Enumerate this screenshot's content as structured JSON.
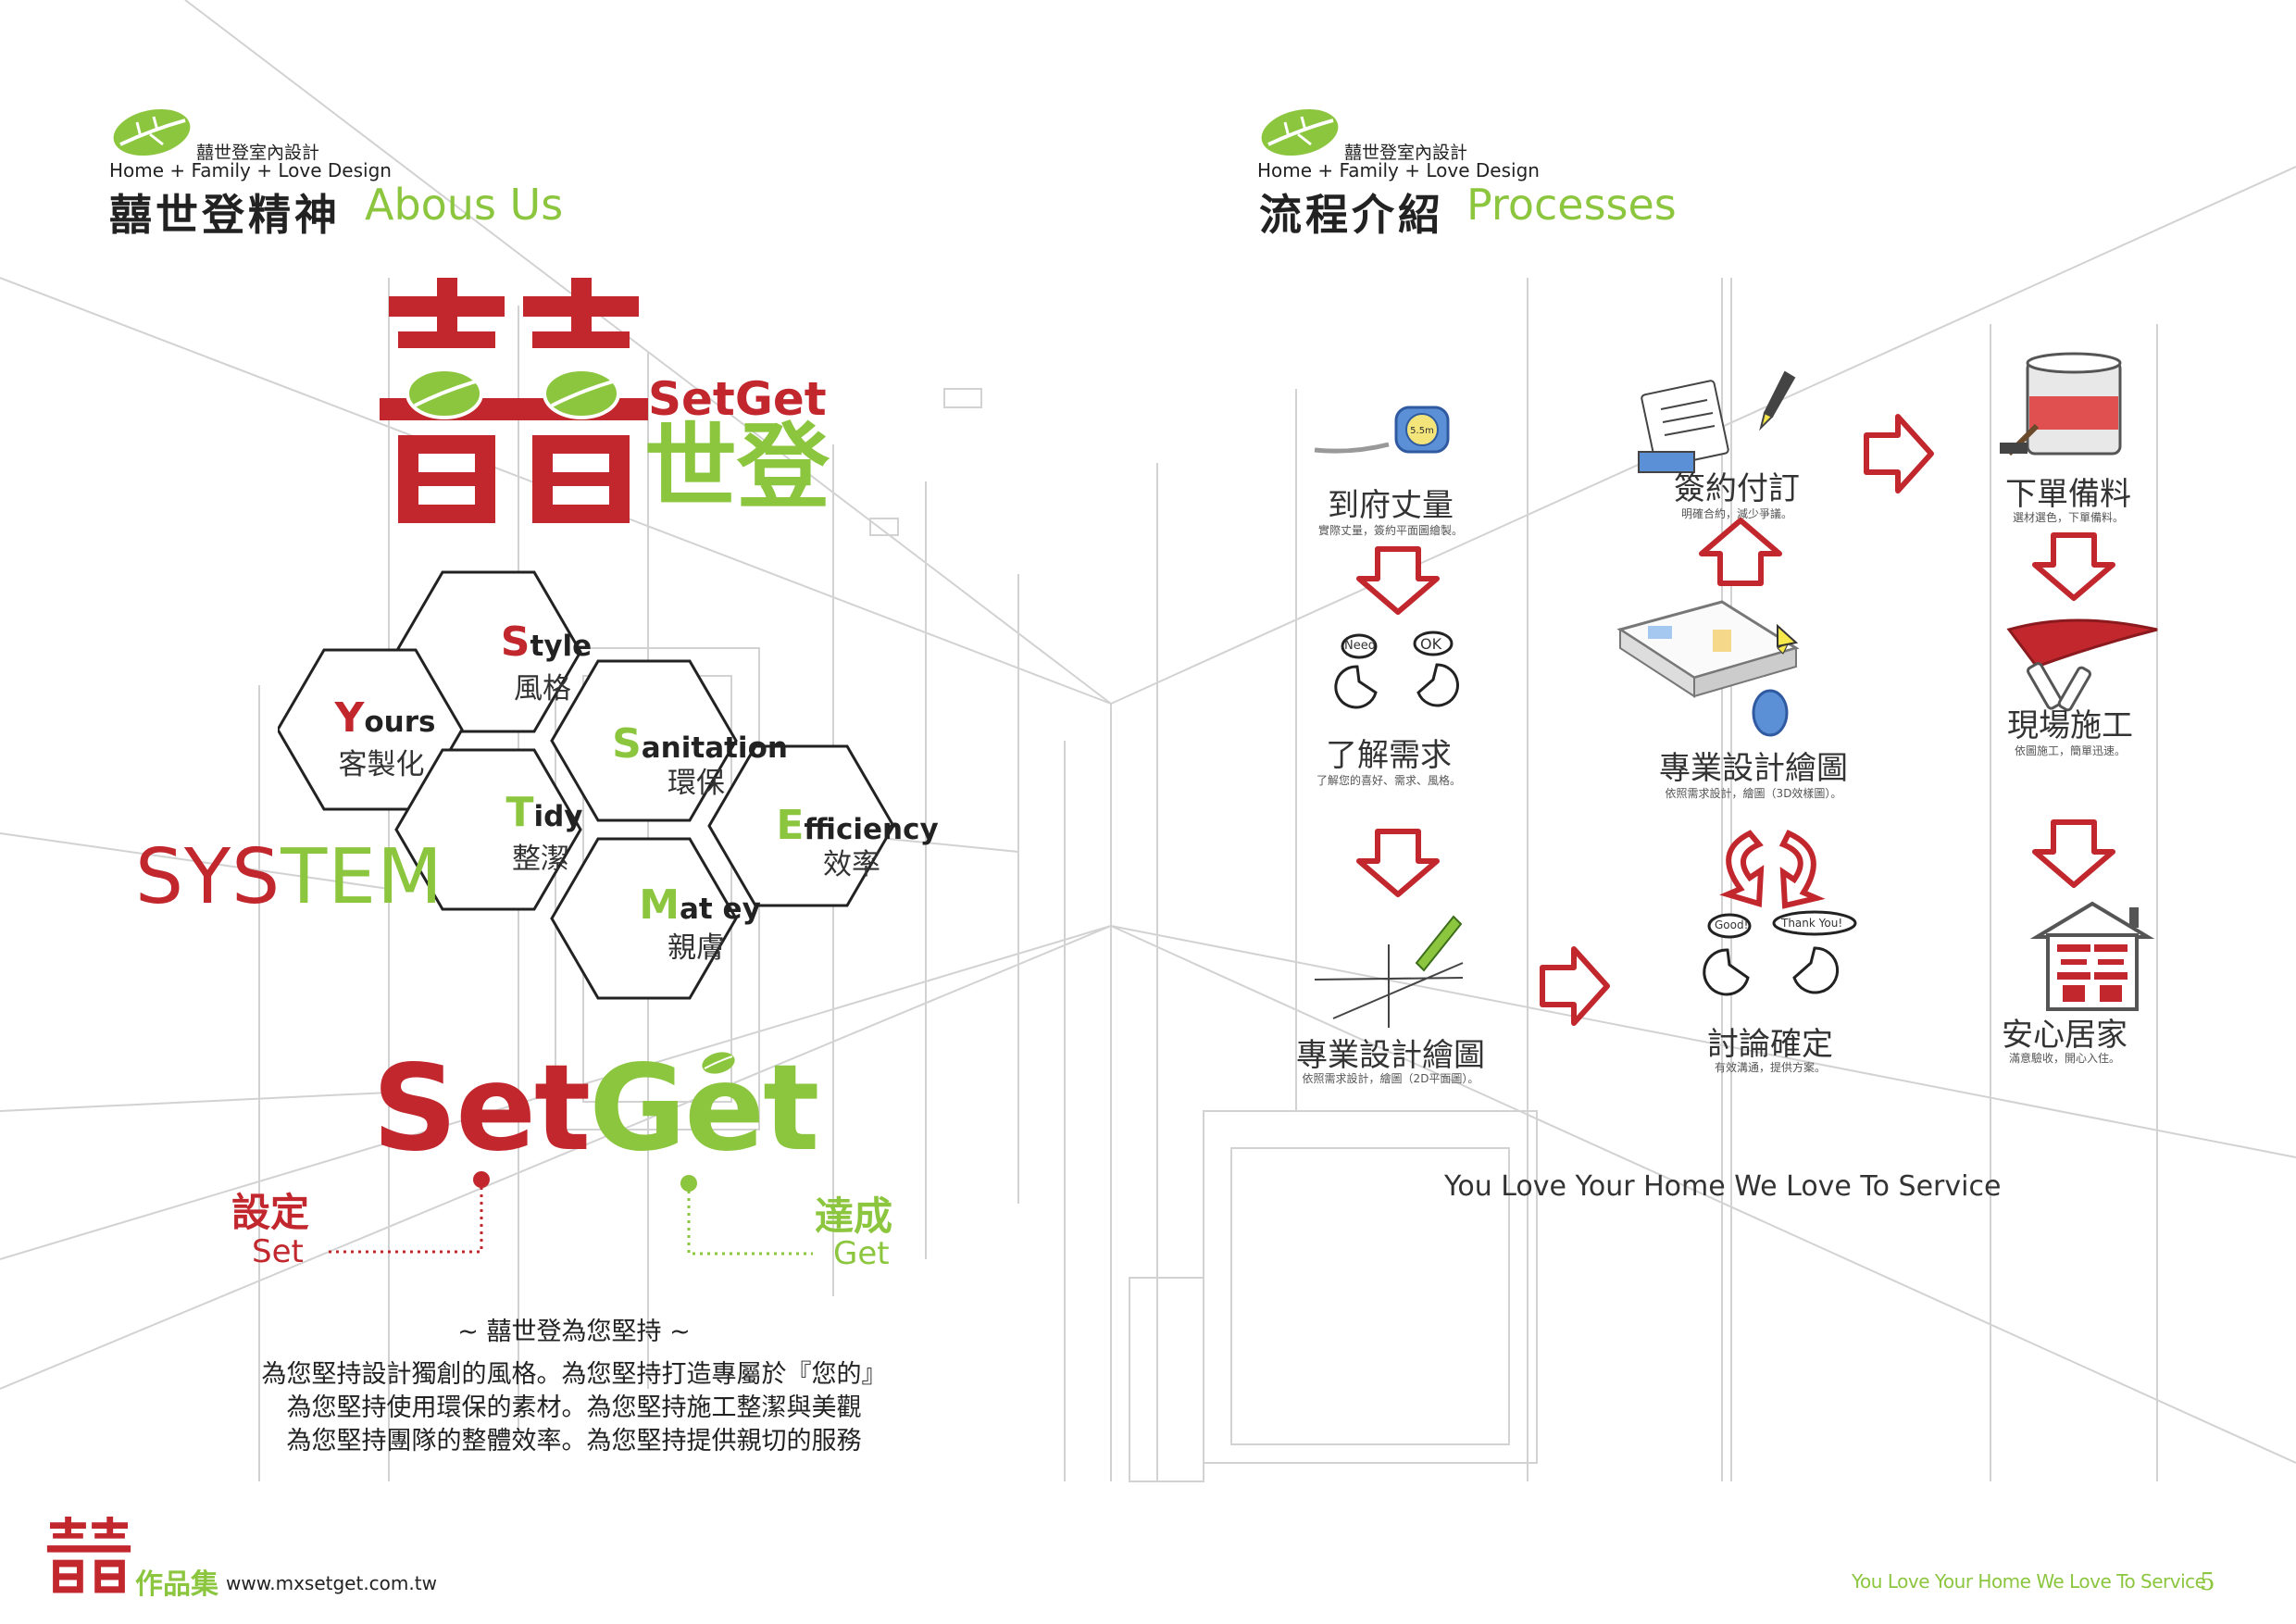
{
  "header": {
    "brand_cn": "囍世登室內設計",
    "brand_en": "Home + Family + Love Design"
  },
  "left_page": {
    "section_cn": "囍世登精神",
    "section_en": "Abous Us",
    "logo_en": "SetGet",
    "logo_cn": "世登",
    "system_label": "SYSTEM",
    "hexagons": [
      {
        "cap": "S",
        "rest": "tyle",
        "cn": "風格",
        "cap_color": "#c1272d"
      },
      {
        "cap": "Y",
        "rest": "ours",
        "cn": "客製化",
        "cap_color": "#c1272d"
      },
      {
        "cap": "S",
        "rest": "anitation",
        "cn": "環保",
        "cap_color": "#8cc63f"
      },
      {
        "cap": "T",
        "rest": "idy",
        "cn": "整潔",
        "cap_color": "#8cc63f"
      },
      {
        "cap": "E",
        "rest": "fficiency",
        "cn": "效率",
        "cap_color": "#8cc63f"
      },
      {
        "cap": "M",
        "rest": "at ey",
        "cn": "親膚",
        "cap_color": "#8cc63f"
      }
    ],
    "setget_big": {
      "set": "Set",
      "get": "Get"
    },
    "set_label_cn": "設定",
    "set_label_en": "Set",
    "get_label_cn": "達成",
    "get_label_en": "Get",
    "intro_title": "~ 囍世登為您堅持 ~",
    "intro_lines": [
      "為您堅持設計獨創的風格。為您堅持打造專屬於『您的』",
      "為您堅持使用環保的素材。為您堅持施工整潔與美觀",
      "為您堅持團隊的整體效率。為您堅持提供親切的服務"
    ]
  },
  "right_page": {
    "section_cn": "流程介紹",
    "section_en": "Processes",
    "steps": [
      {
        "label": "到府丈量",
        "sub": "實際丈量，簽約平面圖繪製。"
      },
      {
        "label": "了解需求",
        "sub": "了解您的喜好、需求、風格。"
      },
      {
        "label": "專業設計繪圖",
        "sub": "依照需求設計，繪圖（2D平面圖）。"
      },
      {
        "label": "討論確定",
        "sub": "有效溝通，提供方案。"
      },
      {
        "label": "專業設計繪圖",
        "sub": "依照需求設計，繪圖（3D效樣圖）。"
      },
      {
        "label": "簽約付訂",
        "sub": "明確合約，減少爭議。"
      },
      {
        "label": "下單備料",
        "sub": "選材選色，下單備料。"
      },
      {
        "label": "現場施工",
        "sub": "依圖施工，簡單迅速。"
      },
      {
        "label": "安心居家",
        "sub": "滿意驗收，開心入住。"
      }
    ],
    "bubbles": {
      "need": "Need",
      "ok": "OK",
      "good": "Good!",
      "thanks": "Thank You!"
    },
    "tape_text": "5.5m",
    "slogan": "You  Love  Your  Home  We  Love  To  Service"
  },
  "footer": {
    "logo_text": "作品集",
    "website": "www.mxsetget.com.tw",
    "slogan": "You Love Your Home We Love To Service",
    "page_number": "5"
  },
  "colors": {
    "red": "#c1272d",
    "green": "#8cc63f"
  }
}
